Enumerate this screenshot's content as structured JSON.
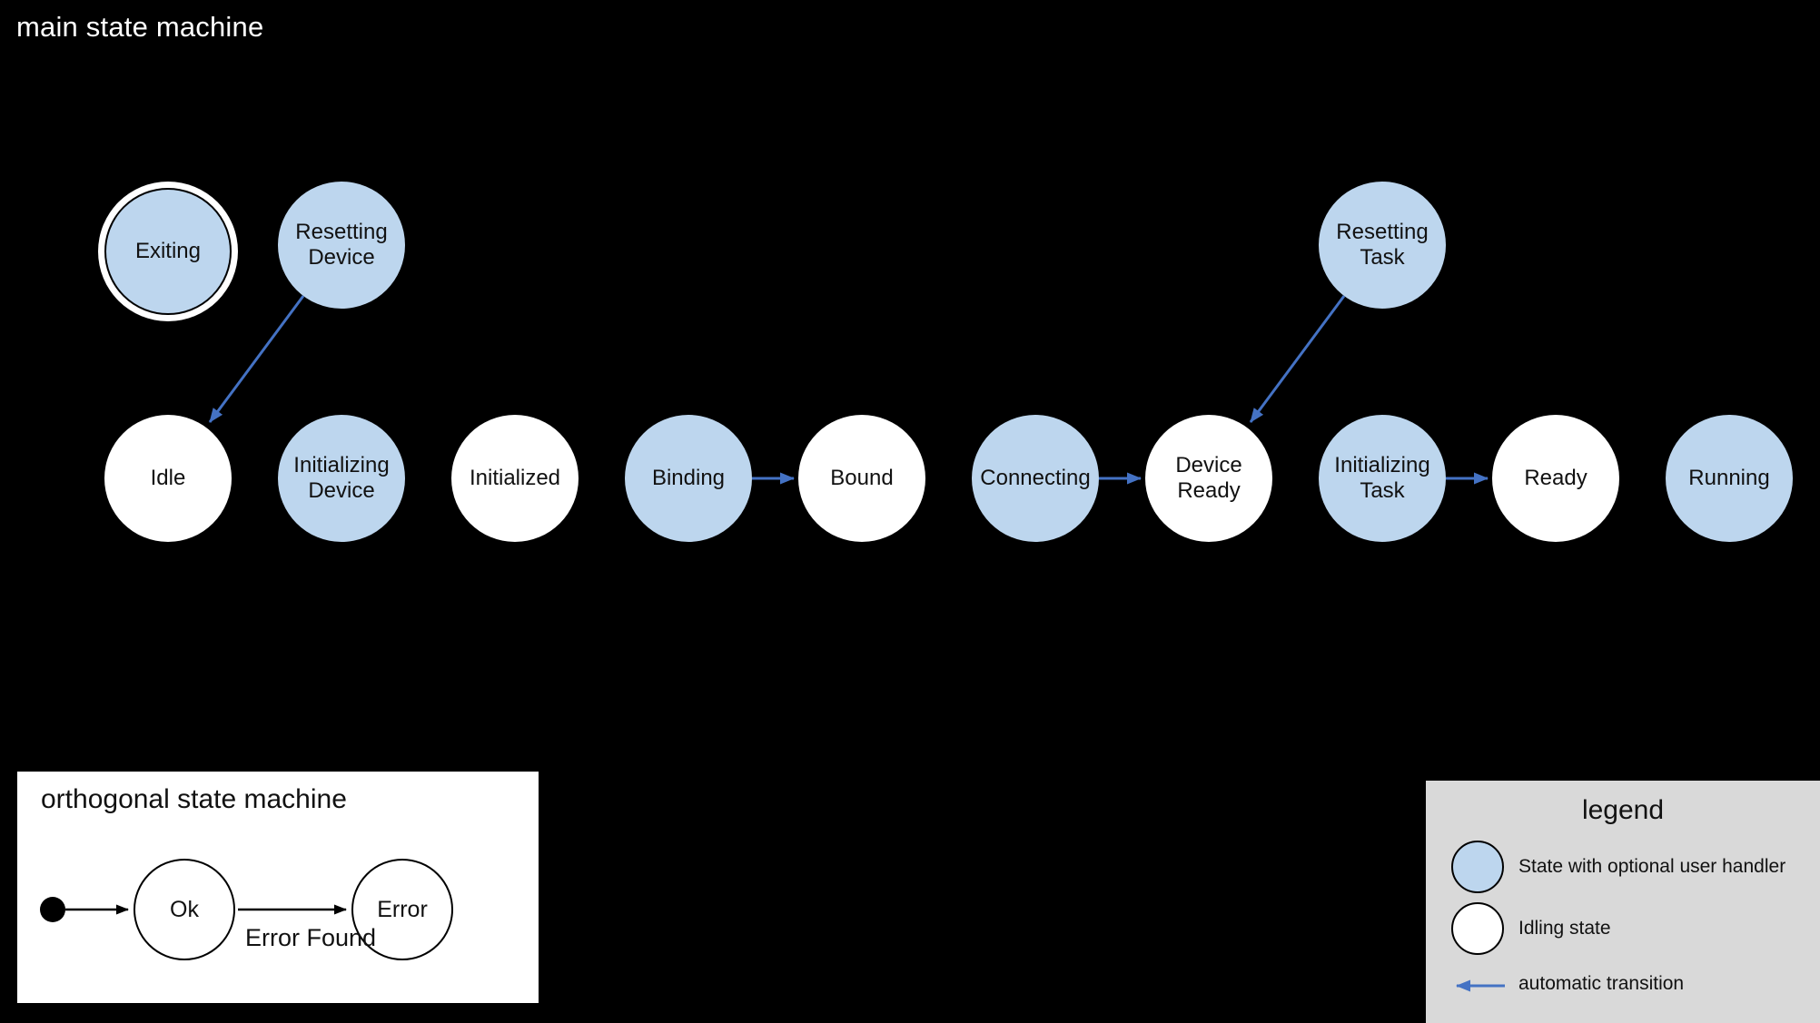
{
  "colors": {
    "background": "#000000",
    "handler_fill": "#bdd6ee",
    "idling_fill": "#ffffff",
    "transition_blue": "#4472c4",
    "legend_bg": "#d9d9d9",
    "text_dark": "#111111",
    "text_light": "#ffffff",
    "stroke_dark": "#000000"
  },
  "main_machine": {
    "title": "main state machine",
    "states": [
      {
        "id": "exiting",
        "label": "Exiting",
        "kind": "handler",
        "final": true
      },
      {
        "id": "resetting-device",
        "label": "Resetting Device",
        "kind": "handler"
      },
      {
        "id": "resetting-task",
        "label": "Resetting Task",
        "kind": "handler"
      },
      {
        "id": "idle",
        "label": "Idle",
        "kind": "idling"
      },
      {
        "id": "initializing-device",
        "label": "Initializing Device",
        "kind": "handler"
      },
      {
        "id": "initialized",
        "label": "Initialized",
        "kind": "idling"
      },
      {
        "id": "binding",
        "label": "Binding",
        "kind": "handler"
      },
      {
        "id": "bound",
        "label": "Bound",
        "kind": "idling"
      },
      {
        "id": "connecting",
        "label": "Connecting",
        "kind": "handler"
      },
      {
        "id": "device-ready",
        "label": "Device Ready",
        "kind": "idling"
      },
      {
        "id": "initializing-task",
        "label": "Initializing Task",
        "kind": "handler"
      },
      {
        "id": "ready",
        "label": "Ready",
        "kind": "idling"
      },
      {
        "id": "running",
        "label": "Running",
        "kind": "handler"
      }
    ],
    "transitions": [
      {
        "from": "resetting-device",
        "to": "idle",
        "type": "automatic"
      },
      {
        "from": "binding",
        "to": "bound",
        "type": "automatic"
      },
      {
        "from": "connecting",
        "to": "device-ready",
        "type": "automatic"
      },
      {
        "from": "resetting-task",
        "to": "device-ready",
        "type": "automatic"
      },
      {
        "from": "initializing-task",
        "to": "ready",
        "type": "automatic"
      }
    ]
  },
  "orthogonal_machine": {
    "title": "orthogonal state machine",
    "states": [
      {
        "id": "ok",
        "label": "Ok"
      },
      {
        "id": "error",
        "label": "Error"
      }
    ],
    "transitions": [
      {
        "from": "initial",
        "to": "ok",
        "label": ""
      },
      {
        "from": "ok",
        "to": "error",
        "label": "Error Found"
      }
    ],
    "transition_label": "Error Found"
  },
  "legend": {
    "title": "legend",
    "items": [
      {
        "id": "handler-state",
        "label": "State with optional user handler"
      },
      {
        "id": "idling-state",
        "label": "Idling state"
      },
      {
        "id": "automatic-transition",
        "label": "automatic transition"
      }
    ]
  }
}
